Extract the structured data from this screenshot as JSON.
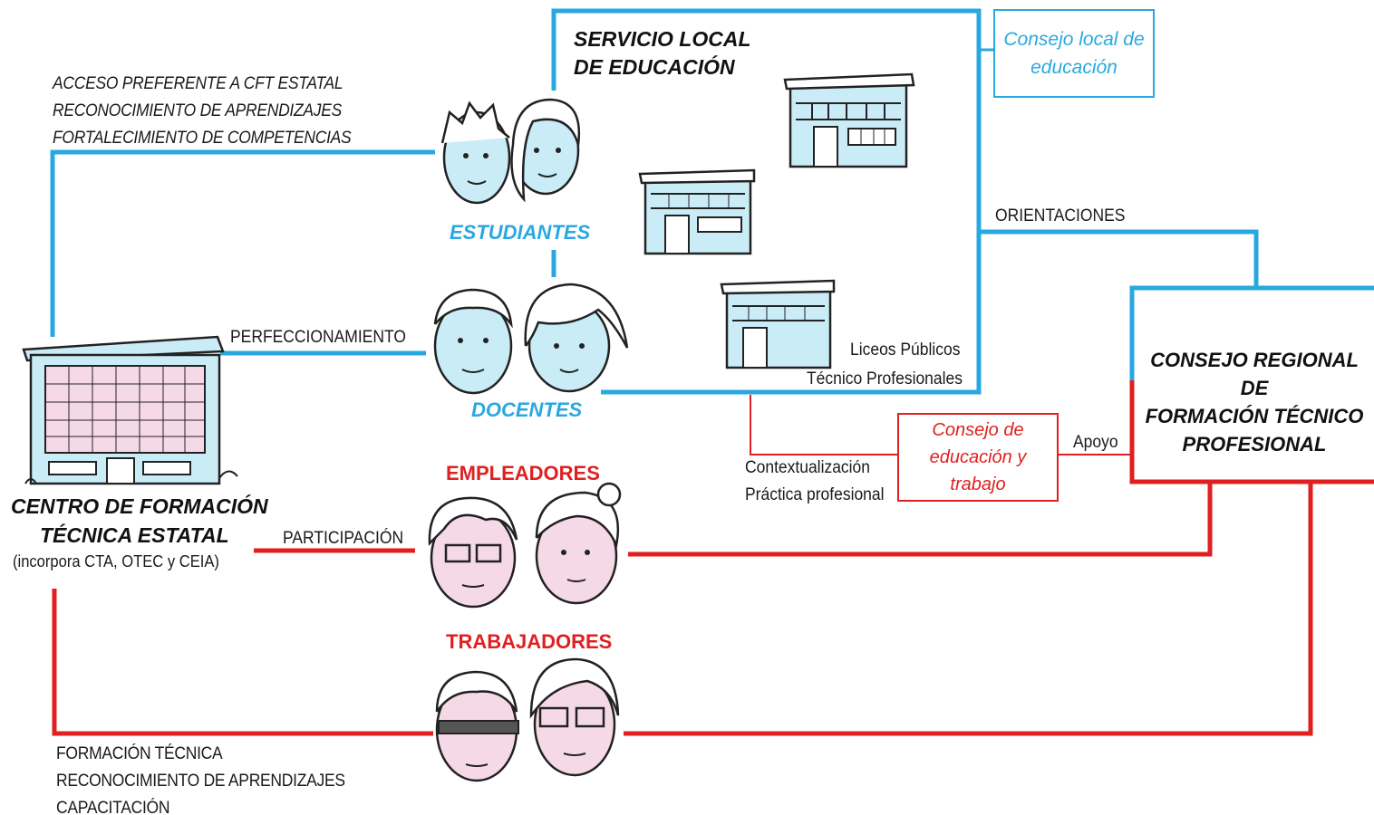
{
  "servicio_local": {
    "line1": "SERVICIO LOCAL",
    "line2": "DE EDUCACIÓN"
  },
  "consejo_local": {
    "line1": "Consejo local de",
    "line2": "educación"
  },
  "cft_benefits": [
    "ACCESO PREFERENTE A CFT ESTATAL",
    "RECONOCIMIENTO DE APRENDIZAJES",
    "FORTALECIMIENTO DE COMPETENCIAS"
  ],
  "groups": {
    "estudiantes": "ESTUDIANTES",
    "docentes": "DOCENTES",
    "empleadores": "EMPLEADORES",
    "trabajadores": "TRABAJADORES"
  },
  "orientaciones": "ORIENTACIONES",
  "perfeccionamiento": "PERFECCIONAMIENTO",
  "participacion": "PARTICIPACIÓN",
  "liceos": {
    "line1": "Liceos Públicos",
    "line2": "Técnico Profesionales"
  },
  "consejo_regional": {
    "line1": "CONSEJO REGIONAL DE",
    "line2": "FORMACIÓN TÉCNICO",
    "line3": "PROFESIONAL"
  },
  "consejo_educacion_trabajo": {
    "line1": "Consejo de",
    "line2": "educación y",
    "line3": "trabajo"
  },
  "apoyo": "Apoyo",
  "contextualizacion": "Contextualización",
  "practica": "Práctica profesional",
  "cft": {
    "line1": "CENTRO DE FORMACIÓN",
    "line2": "TÉCNICA ESTATAL",
    "line3": "(incorpora CTA, OTEC y CEIA)"
  },
  "trabajadores_benefits": [
    "FORMACIÓN TÉCNICA",
    "RECONOCIMIENTO DE APRENDIZAJES",
    "CAPACITACIÓN"
  ],
  "colors": {
    "blue": "#29a8e0",
    "red": "#e02020",
    "skin_blue": "#c9ecf6",
    "skin_pink": "#f6d9e6"
  }
}
